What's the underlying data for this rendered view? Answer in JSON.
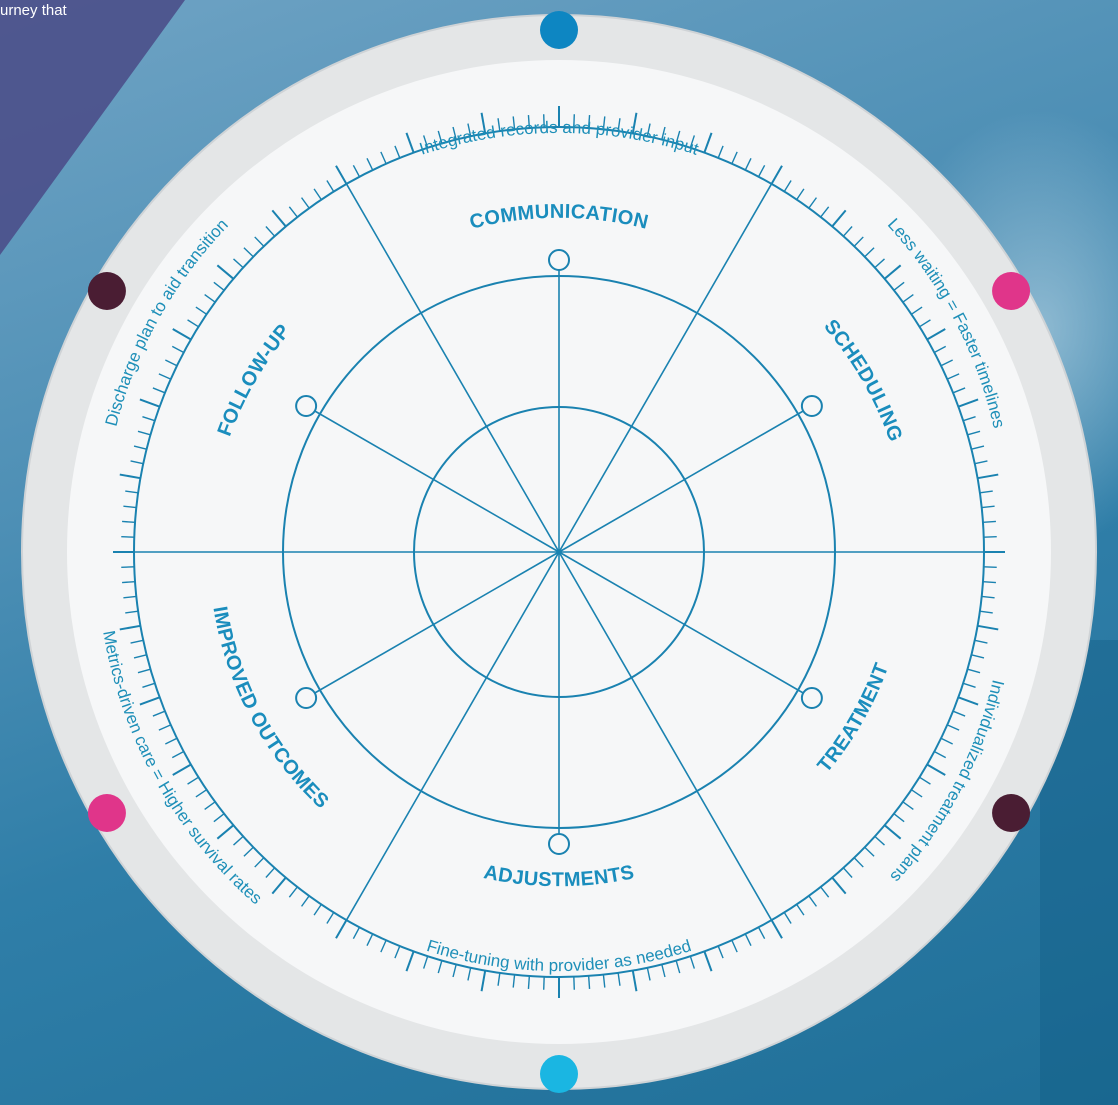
{
  "corner_text": "urney that",
  "colors": {
    "line": "#1a82b0",
    "label": "#1a8dbd",
    "dot_blue": "#0d86c2",
    "dot_cyan": "#1ab6e2",
    "dot_pink": "#e0358a",
    "dot_dark": "#4a1d33"
  },
  "sections": [
    {
      "label": "COMMUNICATION",
      "outer_text": "Integrated records and provider input"
    },
    {
      "label": "SCHEDULING",
      "outer_text": "Less waiting = Faster timelines"
    },
    {
      "label": "TREATMENT",
      "outer_text": "Individualized  treatment plans"
    },
    {
      "label": "ADJUSTMENTS",
      "outer_text": "Fine-tuning with provider as needed"
    },
    {
      "label": "IMPROVED OUTCOMES",
      "outer_text": "Metrics-driven care = Higher survival rates"
    },
    {
      "label": "FOLLOW-UP",
      "outer_text": "Discharge plan to aid transition"
    }
  ],
  "dots": [
    {
      "name": "top-dot",
      "color": "dot_blue"
    },
    {
      "name": "upper-right-dot",
      "color": "dot_pink"
    },
    {
      "name": "lower-right-dot",
      "color": "dot_dark"
    },
    {
      "name": "bottom-dot",
      "color": "dot_cyan"
    },
    {
      "name": "lower-left-dot",
      "color": "dot_pink"
    },
    {
      "name": "upper-left-dot",
      "color": "dot_dark"
    }
  ]
}
